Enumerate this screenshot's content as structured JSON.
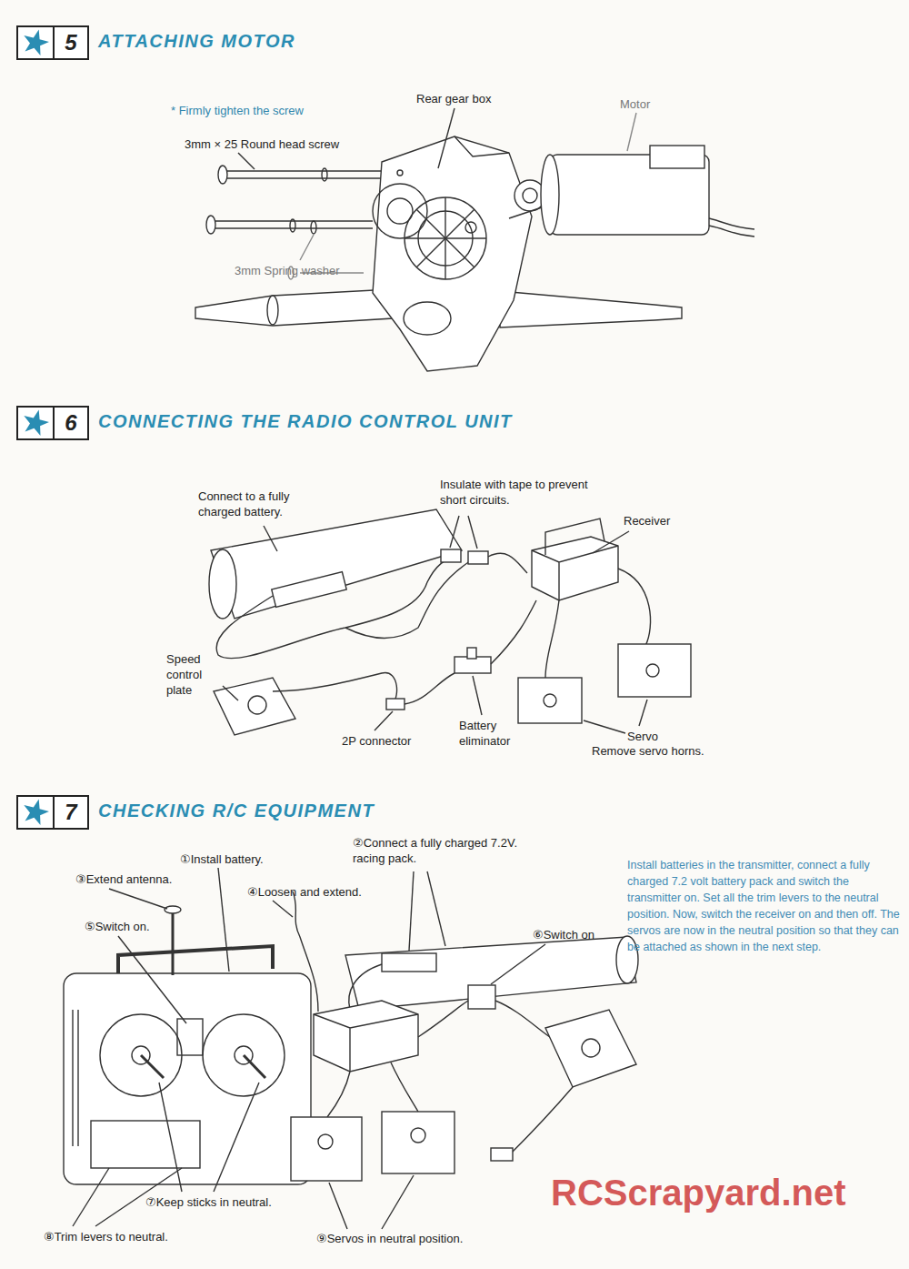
{
  "diagram": {
    "nodes": [
      {
        "text": [
          "5",
          "ATTACHING MOTOR"
        ]
      },
      {
        "text": [
          "6",
          "CONNECTING THE RADIO CONTROL UNIT"
        ]
      },
      {
        "text": [
          "7",
          "CHECKING R/C EQUIPMENT"
        ]
      }
    ],
    "labels": [
      "* Firmly tighten the screw",
      "3mm × 25 Round head screw",
      "Rear gear box",
      "Motor",
      "3mm Spring washer",
      "Connect to a fully charged battery.",
      "Insulate with tape to prevent short circuits.",
      "Receiver",
      "Speed control plate",
      "2P connector",
      "Battery eliminator",
      "Servo",
      "Remove servo horns.",
      "①Install battery.",
      "②Connect a fully charged 7.2V. racing pack.",
      "③Extend antenna.",
      "④Loosen and extend.",
      "⑤Switch on.",
      "⑥Switch on",
      "⑦Keep sticks in neutral.",
      "⑧Trim levers to neutral.",
      "⑨Servos in neutral position.",
      "Install batteries in the transmitter, connect a fully charged 7.2 volt battery pack and switch the transmitter on. Set all the trim levers to the neutral position. Now, switch the receiver on and then off. The servos are now in the neutral position so that they can be attached as shown in the next step.",
      "RCScrapyard.net"
    ]
  }
}
